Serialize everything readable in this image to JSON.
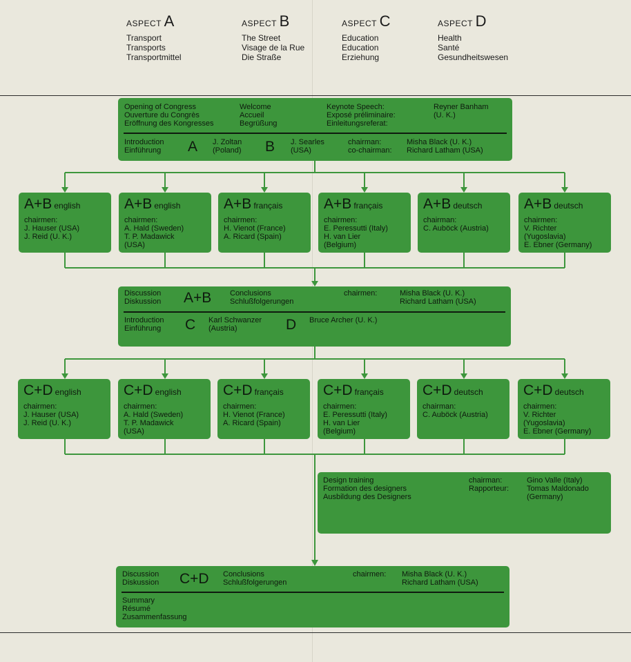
{
  "aspects": [
    {
      "prefix": "ASPECT",
      "letter": "A",
      "lines": [
        "Transport",
        "Transports",
        "Transportmittel"
      ]
    },
    {
      "prefix": "ASPECT",
      "letter": "B",
      "lines": [
        "The Street",
        "Visage de la Rue",
        "Die Straße"
      ]
    },
    {
      "prefix": "ASPECT",
      "letter": "C",
      "lines": [
        "Education",
        "Education",
        "Erziehung"
      ]
    },
    {
      "prefix": "ASPECT",
      "letter": "D",
      "lines": [
        "Health",
        "Santé",
        "Gesundheitswesen"
      ]
    }
  ],
  "opening": {
    "col1": "Opening of Congress\nOuverture du Congrès\nEröffnung des Kongresses",
    "col2": "Welcome\nAccueil\nBegrüßung",
    "col3": "Keynote Speech:\nExposé préliminaire:\nEinleitungsreferat:",
    "col4": "Reyner Banham\n(U. K.)",
    "intro_label": "Introduction\nEinführung",
    "letter_a": "A",
    "speaker_a": "J. Zoltan\n(Poland)",
    "letter_b": "B",
    "speaker_b": "J. Searles\n(USA)",
    "chair_labels": "chairman:\nco-chairman:",
    "chair_names": "Misha Black (U. K.)\nRichard Latham (USA)"
  },
  "ab_sessions": [
    {
      "title": "A+B",
      "lang": "english",
      "label": "chairmen:",
      "names": "J. Hauser (USA)\nJ. Reid (U. K.)"
    },
    {
      "title": "A+B",
      "lang": "english",
      "label": "chairmen:",
      "names": "A. Hald (Sweden)\nT. P. Madawick\n(USA)"
    },
    {
      "title": "A+B",
      "lang": "français",
      "label": "chairmen:",
      "names": "H. Vienot (France)\nA. Ricard (Spain)"
    },
    {
      "title": "A+B",
      "lang": "français",
      "label": "chairmen:",
      "names": "E. Peressutti (Italy)\nH. van Lier\n(Belgium)"
    },
    {
      "title": "A+B",
      "lang": "deutsch",
      "label": "chairman:",
      "names": "C. Auböck (Austria)"
    },
    {
      "title": "A+B",
      "lang": "deutsch",
      "label": "chairmen:",
      "names": "V. Richter\n(Yugoslavia)\nE. Ebner (Germany)"
    }
  ],
  "discussion_ab": {
    "label": "Discussion\nDiskussion",
    "letters": "A+B",
    "conclusions": "Conclusions\nSchlußfolgerungen",
    "chair_label": "chairmen:",
    "chair_names": "Misha Black (U. K.)\nRichard Latham (USA)",
    "intro_label": "Introduction\nEinführung",
    "letter_c": "C",
    "speaker_c": "Karl Schwanzer\n(Austria)",
    "letter_d": "D",
    "speaker_d": "Bruce Archer (U. K.)"
  },
  "cd_sessions": [
    {
      "title": "C+D",
      "lang": "english",
      "label": "chairmen:",
      "names": "J. Hauser (USA)\nJ. Reid (U. K.)"
    },
    {
      "title": "C+D",
      "lang": "english",
      "label": "chairmen:",
      "names": "A. Hald (Sweden)\nT. P. Madawick\n(USA)"
    },
    {
      "title": "C+D",
      "lang": "français",
      "label": "chairmen:",
      "names": "H. Vienot (France)\nA. Ricard (Spain)"
    },
    {
      "title": "C+D",
      "lang": "français",
      "label": "chairmen:",
      "names": "E. Peressutti (Italy)\nH. van Lier\n(Belgium)"
    },
    {
      "title": "C+D",
      "lang": "deutsch",
      "label": "chairman:",
      "names": "C. Auböck (Austria)"
    },
    {
      "title": "C+D",
      "lang": "deutsch",
      "label": "chairmen:",
      "names": "V. Richter\n(Yugoslavia)\nE. Ebner (Germany)"
    }
  ],
  "design_training": {
    "title": "Design training\nFormation des designers\nAusbildung des Designers",
    "roles": "chairman:\nRapporteur:",
    "names": "Gino Valle (Italy)\nTomas Maldonado\n(Germany)"
  },
  "discussion_cd": {
    "label": "Discussion\nDiskussion",
    "letters": "C+D",
    "conclusions": "Conclusions\nSchlußfolgerungen",
    "chair_label": "chairmen:",
    "chair_names": "Misha Black (U. K.)\nRichard Latham (USA)",
    "summary": "Summary\nRésumé\nZusammenfassung"
  },
  "colors": {
    "box_green": "#3d963c",
    "paper": "#eae8dd",
    "ink": "#0e1a0e"
  }
}
